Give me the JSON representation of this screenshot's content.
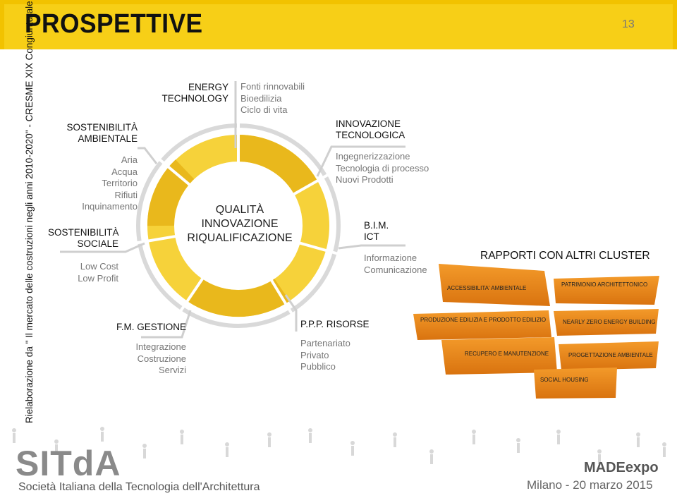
{
  "header": {
    "title": "PROSPETTIVE",
    "page_number": "13"
  },
  "sidebar_source": "Rielaborazione da \" Il mercato delle costruzioni negli anni 2010-2020\" - CRESME XIX Congiunturale",
  "center": {
    "lines": [
      "QUALITÀ",
      "INNOVAZIONE",
      "RIQUALIFICAZIONE"
    ]
  },
  "nodes": {
    "energy": {
      "title": [
        "ENERGY",
        "TECHNOLOGY"
      ],
      "items": [
        "Fonti rinnovabili",
        "Bioedilizia",
        "Ciclo di vita"
      ]
    },
    "innovazione": {
      "title": [
        "INNOVAZIONE",
        "TECNOLOGICA"
      ],
      "items": [
        "Ingegnerizzazione",
        "Tecnologia di processo",
        "Nuovi Prodotti"
      ]
    },
    "bim": {
      "title": [
        "B.I.M.",
        "ICT"
      ],
      "items": [
        "Informazione",
        "Comunicazione"
      ]
    },
    "ppp": {
      "title": [
        "P.P.P. RISORSE"
      ],
      "items": [
        "Partenariato",
        "Privato",
        "Pubblico"
      ]
    },
    "fm": {
      "title": [
        "F.M. GESTIONE"
      ],
      "items": [
        "Integrazione",
        "Costruzione",
        "Servizi"
      ]
    },
    "sost_amb": {
      "title": [
        "SOSTENIBILITÀ",
        "AMBIENTALE"
      ],
      "items": [
        "Aria",
        "Acqua",
        "Territorio",
        "Rifiuti",
        "Inquinamento"
      ]
    },
    "sost_soc": {
      "title": [
        "SOSTENIBILITÀ",
        "SOCIALE"
      ],
      "items": [
        "Low Cost",
        "Low Profit"
      ]
    }
  },
  "clusters": {
    "title": "RAPPORTI CON ALTRI CLUSTER",
    "tags": [
      "ACCESSIBILITA'  AMBIENTALE",
      "PATRIMONIO ARCHITETTONICO",
      "PRODUZIONE EDILIZIA E PRODOTTO EDILIZIO",
      "NEARLY ZERO ENERGY BUILDING",
      "RECUPERO E MANUTENZIONE",
      "PROGETTAZIONE AMBIENTALE",
      "SOCIAL HOUSING"
    ]
  },
  "footer": {
    "logo": "SITdA",
    "logo_subtitle": "Società Italiana della Tecnologia dell'Architettura",
    "event": "MADEexpo",
    "date": "Milano - 20 marzo 2015"
  },
  "colors": {
    "header": "#f7cf17",
    "ring_light": "#f6d23a",
    "ring_dark": "#e6b617",
    "tag": "#e98a1e"
  }
}
